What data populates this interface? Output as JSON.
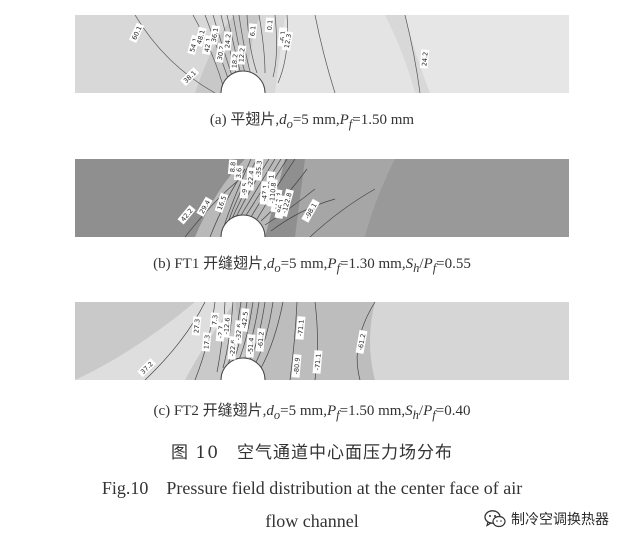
{
  "panels": [
    {
      "id": "a",
      "caption": {
        "prefix": "(a) 平翅片,",
        "d_var": "d",
        "d_sub": "o",
        "d_val": "=5 mm,",
        "p_var": "P",
        "p_sub": "f",
        "p_val": "=1.50 mm",
        "extra": ""
      },
      "colors": {
        "base": "#d8d8d8",
        "right": "#e4e4e4",
        "mid": "#c6c6c6",
        "dark": "#b4b4b4"
      },
      "labels": [
        "60.1",
        "54.1",
        "48.1",
        "42.1",
        "36.1",
        "30.2",
        "24.2",
        "18.2",
        "12.2",
        "6.1",
        "0.1",
        "-6.1",
        "12.3",
        "24.2",
        "38.1"
      ]
    },
    {
      "id": "b",
      "caption": {
        "prefix": "(b) FT1 开缝翅片,",
        "d_var": "d",
        "d_sub": "o",
        "d_val": "=5 mm,",
        "p_var": "P",
        "p_sub": "f",
        "p_val": "=1.30 mm,",
        "extra_var": "S",
        "extra_sub": "h",
        "extra_mid": "/",
        "extra_var2": "P",
        "extra_sub2": "f",
        "extra_val": "=0.55"
      },
      "colors": {
        "base": "#8f8f8f",
        "right": "#9a9a9a",
        "mid": "#b8b8b8",
        "dark": "#7a7a7a"
      },
      "labels": [
        "42.2",
        "29.4",
        "16.5",
        "8.8",
        "3.6",
        "-9.5",
        "-22.4",
        "-35.3",
        "-47.1",
        "-60.1",
        "-73.3",
        "-86.1",
        "-98.1",
        "-110.8",
        "-122.8"
      ]
    },
    {
      "id": "c",
      "caption": {
        "prefix": "(c) FT2 开缝翅片,",
        "d_var": "d",
        "d_sub": "o",
        "d_val": "=5 mm,",
        "p_var": "P",
        "p_sub": "f",
        "p_val": "=1.50 mm,",
        "extra_var": "S",
        "extra_sub": "h",
        "extra_mid": "/",
        "extra_var2": "P",
        "extra_sub2": "f",
        "extra_val": "=0.40"
      },
      "colors": {
        "base": "#c8c8c8",
        "right": "#d8d8d8",
        "mid": "#e0e0e0",
        "dark": "#a9a9a9"
      },
      "labels": [
        "37.2",
        "27.3",
        "17.3",
        "7.3",
        "-2.7",
        "-12.6",
        "-22.6",
        "-32.6",
        "-42.5",
        "-51.4",
        "-61.2",
        "-71.1",
        "-80.9",
        "-61.2",
        "-71.1"
      ]
    }
  ],
  "figure_title_cn": "图 10　空气通道中心面压力场分布",
  "figure_title_en_line1": "Fig.10　Pressure field distribution at the center face of air",
  "figure_title_en_line2": "flow channel",
  "watermark": {
    "icon": "wechat-icon",
    "text": "制冷空调换热器"
  }
}
